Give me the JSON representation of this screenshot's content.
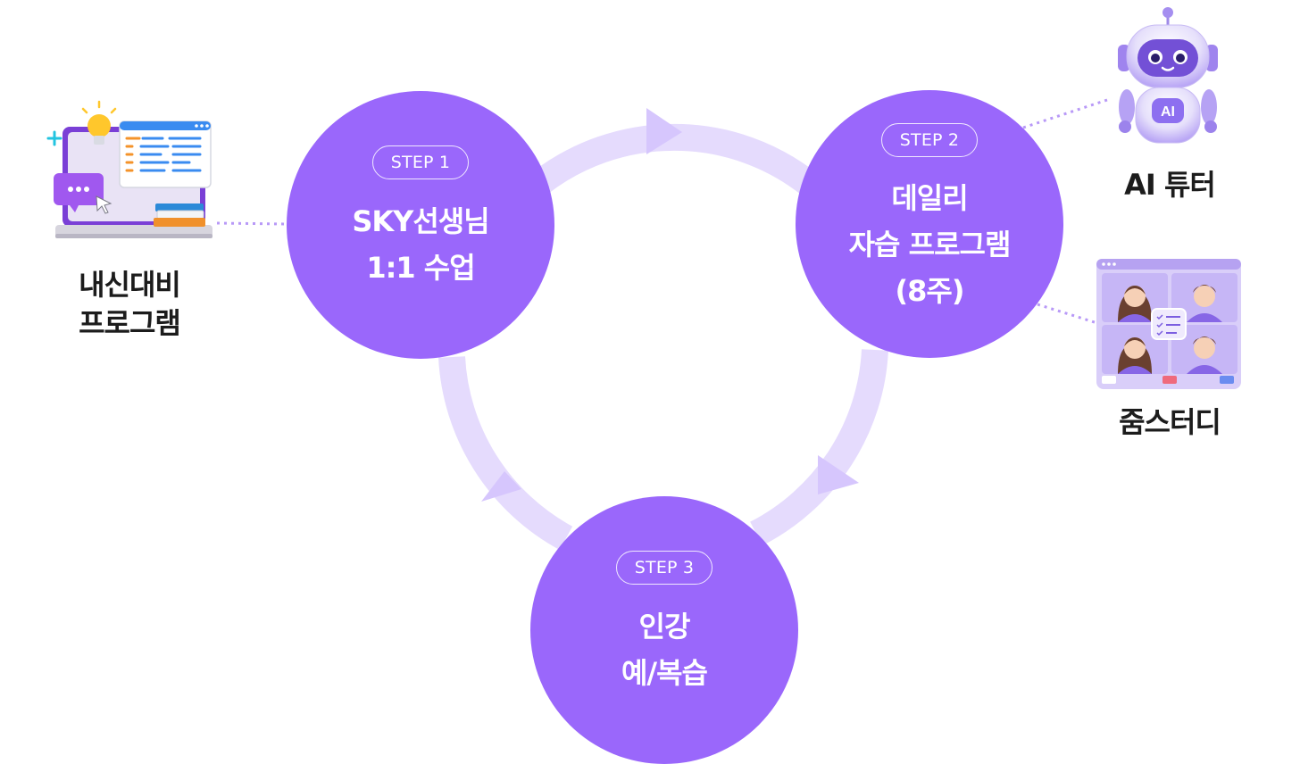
{
  "steps": [
    {
      "badge": "STEP 1",
      "title_lines": [
        "SKY선생님",
        "1:1 수업"
      ]
    },
    {
      "badge": "STEP 2",
      "title_lines": [
        "데일리",
        "자습 프로그램",
        "(8주)"
      ]
    },
    {
      "badge": "STEP 3",
      "title_lines": [
        "인강",
        "예/복습"
      ]
    }
  ],
  "side_items": {
    "naesin": {
      "label_lines": [
        "내신대비",
        "프로그램"
      ],
      "icon": "laptop-code-icon"
    },
    "ai_tutor": {
      "label": "AI 튜터",
      "icon": "robot-ai-icon",
      "badge_text": "AI"
    },
    "zoom_study": {
      "label": "줌스터디",
      "icon": "video-conference-icon"
    }
  },
  "colors": {
    "step_circle": "#9a67fb",
    "cycle_ring": "#e5dbfd",
    "cycle_arrow": "#d6c6fd",
    "connector_dots": "#b899f7"
  }
}
